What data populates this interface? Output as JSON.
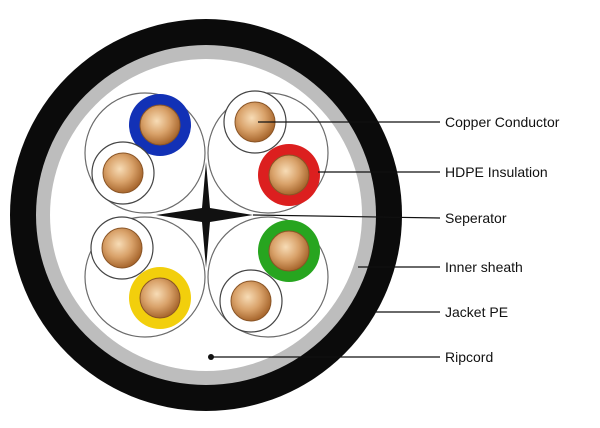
{
  "colors": {
    "jacket": "#0b0b0b",
    "inner_sheath": "#bdbdbd",
    "filler": "#ffffff",
    "copper_light": "#f3d1a4",
    "copper_dark": "#b87a3f",
    "insulation_blue": "#1231b6",
    "insulation_red": "#dc1f1f",
    "insulation_green": "#27a51f",
    "insulation_yellow": "#f2cf0c",
    "insulation_white": "#ffffff"
  },
  "labels": {
    "copper_conductor": "Copper Conductor",
    "hdpe_insulation": "HDPE Insulation",
    "separator": "Seperator",
    "inner_sheath": "Inner sheath",
    "jacket": "Jacket PE",
    "ripcord": "Ripcord"
  }
}
